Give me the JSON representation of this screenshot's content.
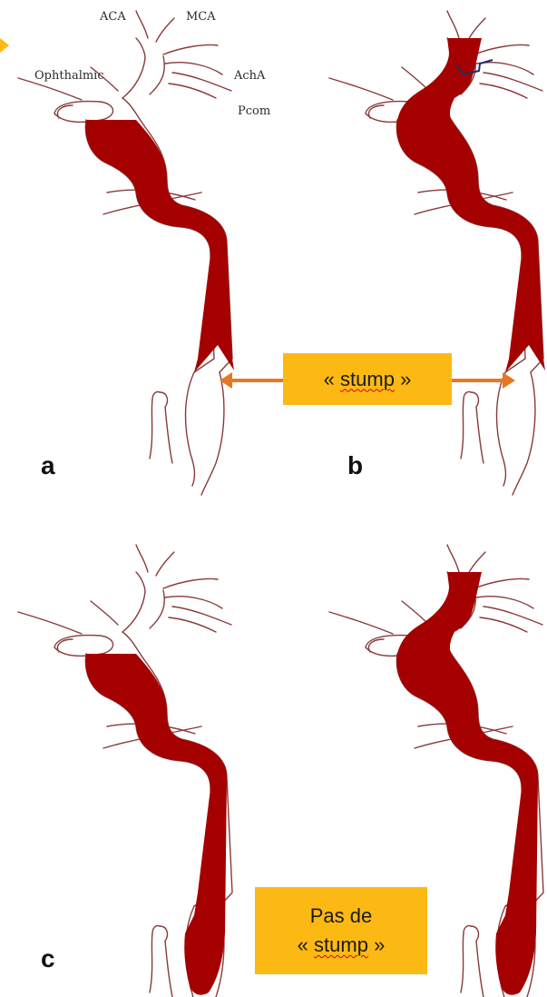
{
  "colors": {
    "vessel": "#A50000",
    "outline": "#8a3a3a",
    "callout": "#FDB913",
    "arrow": "#E87722",
    "marker": "#1c2d6b"
  },
  "labels": {
    "aca": "ACA",
    "mca": "MCA",
    "ophthalmic": "Ophthalmic",
    "acha": "AchA",
    "pcom": "Pcom"
  },
  "panels": {
    "a": "a",
    "b": "b",
    "c": "c"
  },
  "callouts": {
    "top": {
      "prefix": "« ",
      "word": "stump",
      "suffix": " »"
    },
    "bottom": {
      "line1": "Pas de",
      "prefix": "« ",
      "word": "stump",
      "suffix": " »"
    }
  }
}
